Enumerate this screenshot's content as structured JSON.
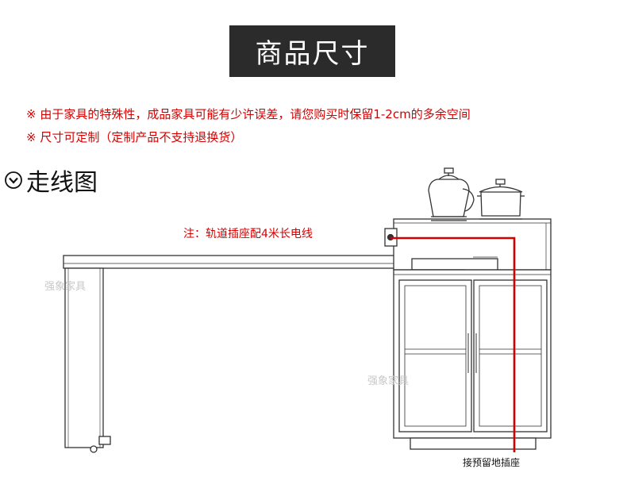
{
  "header": {
    "title": "商品尺寸"
  },
  "notes": [
    "※ 由于家具的特殊性，成品家具可能有少许误差，请您购买时保留1-2cm的多余空间",
    "※ 尺寸可定制（定制产品不支持退换货）"
  ],
  "section": {
    "title": "走线图",
    "icon": "chevron-down-circle-icon"
  },
  "diagram": {
    "wiring_note": "注：轨道插座配4米长电线",
    "outlet_label": "接预留地插座",
    "watermark": "强象家具",
    "wire_color": "#d40000",
    "line_color": "#333333"
  },
  "colors": {
    "accent": "#d40000",
    "title_bg": "#2b2b2b"
  }
}
